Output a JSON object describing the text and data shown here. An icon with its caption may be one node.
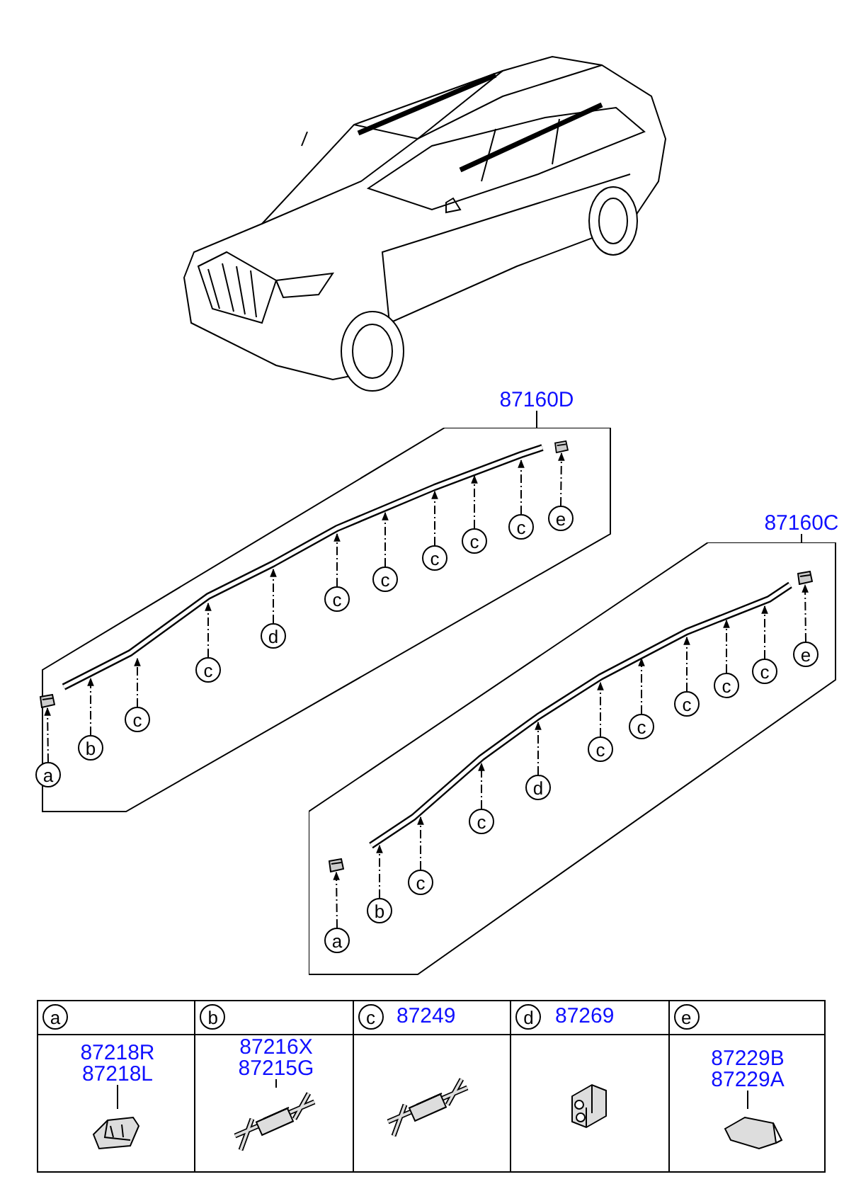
{
  "diagram": {
    "nodes": [
      {
        "text": [
          "87160D"
        ]
      },
      {
        "text": [],
        "shape": "box"
      },
      {
        "text": [
          "a"
        ],
        "in": 1
      },
      {
        "text": [
          "b"
        ],
        "in": 1
      },
      {
        "text": [
          "c"
        ],
        "in": 1
      },
      {
        "text": [
          "c"
        ],
        "in": 1
      },
      {
        "text": [
          "d"
        ],
        "in": 1
      },
      {
        "text": [
          "c"
        ],
        "in": 1
      },
      {
        "text": [
          "c"
        ],
        "in": 1
      },
      {
        "text": [
          "c"
        ],
        "in": 1
      },
      {
        "text": [
          "c"
        ],
        "in": 1
      },
      {
        "text": [
          "c"
        ],
        "in": 1
      },
      {
        "text": [
          "e"
        ],
        "in": 1
      },
      {
        "text": [
          "87160C"
        ]
      },
      {
        "text": [],
        "shape": "box"
      },
      {
        "text": [
          "a"
        ],
        "in": 14
      },
      {
        "text": [
          "b"
        ],
        "in": 14
      },
      {
        "text": [
          "c"
        ],
        "in": 14
      },
      {
        "text": [
          "c"
        ],
        "in": 14
      },
      {
        "text": [
          "d"
        ],
        "in": 14
      },
      {
        "text": [
          "c"
        ],
        "in": 14
      },
      {
        "text": [
          "c"
        ],
        "in": 14
      },
      {
        "text": [
          "c"
        ],
        "in": 14
      },
      {
        "text": [
          "c"
        ],
        "in": 14
      },
      {
        "text": [
          "c"
        ],
        "in": 14
      },
      {
        "text": [
          "e"
        ],
        "in": 14
      },
      {
        "text": [
          "a"
        ]
      },
      {
        "text": [
          "b"
        ]
      },
      {
        "text": [
          "c"
        ]
      },
      {
        "text": [
          "d"
        ]
      },
      {
        "text": [
          "e"
        ]
      },
      {
        "text": [
          "87218R",
          "87218L"
        ]
      },
      {
        "text": [],
        "shape": "picture"
      },
      {
        "text": [
          "87216X",
          "87215G"
        ]
      },
      {
        "text": [],
        "shape": "picture"
      },
      {
        "text": [
          "87229B",
          "87229A"
        ]
      },
      {
        "text": [],
        "shape": "picture"
      },
      {
        "text": [],
        "shape": "box",
        "in": 1
      },
      {
        "text": [],
        "shape": "box",
        "in": 1
      },
      {
        "text": [],
        "shape": "box",
        "in": 14
      },
      {
        "text": [],
        "shape": "box",
        "in": 14
      }
    ],
    "edges": [
      {
        "from": 0,
        "to": 1,
        "arrow": "none"
      },
      {
        "from": 2,
        "to": 37,
        "arrow": "to",
        "style": "dashed"
      },
      {
        "from": 3,
        "to": null,
        "arrow": "to",
        "style": "dashed"
      },
      {
        "from": 4,
        "to": null,
        "arrow": "to",
        "style": "dashed"
      },
      {
        "from": 5,
        "to": null,
        "arrow": "to",
        "style": "dashed"
      },
      {
        "from": 6,
        "to": null,
        "arrow": "to",
        "style": "dashed"
      },
      {
        "from": 7,
        "to": null,
        "arrow": "to",
        "style": "dashed"
      },
      {
        "from": 8,
        "to": null,
        "arrow": "to",
        "style": "dashed"
      },
      {
        "from": 9,
        "to": null,
        "arrow": "to",
        "style": "dashed"
      },
      {
        "from": 10,
        "to": null,
        "arrow": "to",
        "style": "dashed"
      },
      {
        "from": 11,
        "to": null,
        "arrow": "to",
        "style": "dashed"
      },
      {
        "from": 12,
        "to": 38,
        "arrow": "to",
        "style": "dashed"
      },
      {
        "from": 13,
        "to": 14,
        "arrow": "none"
      },
      {
        "from": 15,
        "to": 39,
        "arrow": "to",
        "style": "dashed"
      },
      {
        "from": 16,
        "to": null,
        "arrow": "to",
        "style": "dashed"
      },
      {
        "from": 17,
        "to": null,
        "arrow": "to",
        "style": "dashed"
      },
      {
        "from": 18,
        "to": null,
        "arrow": "to",
        "style": "dashed"
      },
      {
        "from": 19,
        "to": null,
        "arrow": "to",
        "style": "dashed"
      },
      {
        "from": 20,
        "to": null,
        "arrow": "to",
        "style": "dashed"
      },
      {
        "from": 21,
        "to": null,
        "arrow": "to",
        "style": "dashed"
      },
      {
        "from": 22,
        "to": null,
        "arrow": "to",
        "style": "dashed"
      },
      {
        "from": 23,
        "to": null,
        "arrow": "to",
        "style": "dashed"
      },
      {
        "from": 24,
        "to": null,
        "arrow": "to",
        "style": "dashed"
      },
      {
        "from": 25,
        "to": 40,
        "arrow": "to",
        "style": "dashed"
      },
      {
        "from": 31,
        "to": 32,
        "arrow": "none"
      },
      {
        "from": 33,
        "to": 34,
        "arrow": "none"
      },
      {
        "from": 35,
        "to": 36,
        "arrow": "none"
      }
    ],
    "labels": [
      "87249",
      "87269"
    ]
  }
}
